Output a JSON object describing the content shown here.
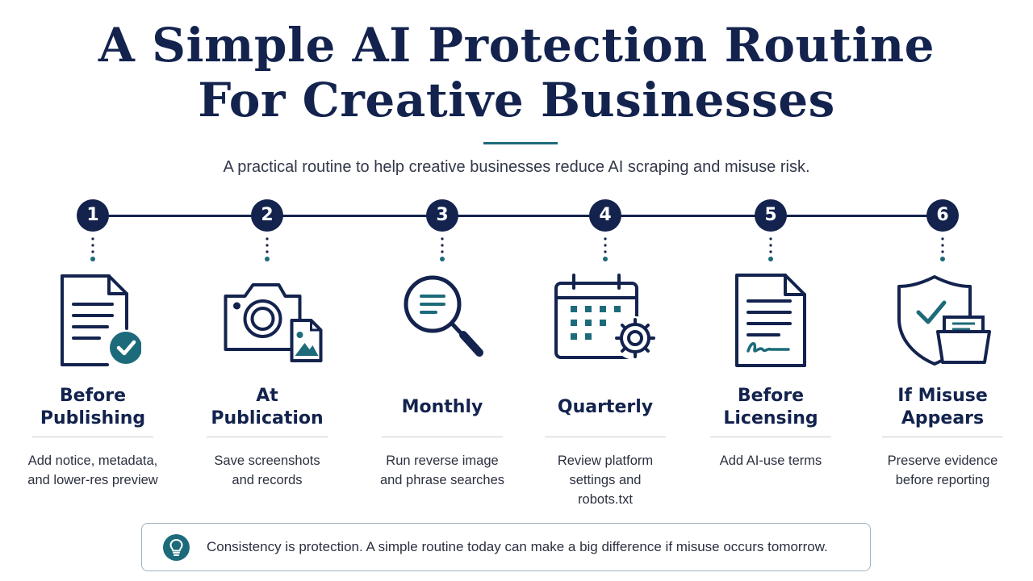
{
  "title": {
    "line1": "A Simple AI Protection Routine",
    "line2": "For Creative Businesses"
  },
  "subtitle": "A practical routine to help creative businesses reduce AI scraping and misuse risk.",
  "colors": {
    "navy": "#13234e",
    "teal": "#1d6b7a"
  },
  "steps": [
    {
      "number": "1",
      "title": "Before\nPublishing",
      "description": "Add notice, metadata,\nand lower-res preview",
      "icon": "document-check-icon"
    },
    {
      "number": "2",
      "title": "At\nPublication",
      "description": "Save screenshots\nand records",
      "icon": "camera-image-icon"
    },
    {
      "number": "3",
      "title": "Monthly",
      "description": "Run reverse image\nand phrase searches",
      "icon": "magnifier-icon"
    },
    {
      "number": "4",
      "title": "Quarterly",
      "description": "Review platform\nsettings and\nrobots.txt",
      "icon": "calendar-gear-icon"
    },
    {
      "number": "5",
      "title": "Before\nLicensing",
      "description": "Add AI-use terms",
      "icon": "signed-document-icon"
    },
    {
      "number": "6",
      "title": "If Misuse\nAppears",
      "description": "Preserve evidence\nbefore reporting",
      "icon": "shield-folder-icon"
    }
  ],
  "tip": {
    "icon": "lightbulb-icon",
    "text": "Consistency is protection. A simple routine today can make a big difference if misuse occurs tomorrow."
  }
}
